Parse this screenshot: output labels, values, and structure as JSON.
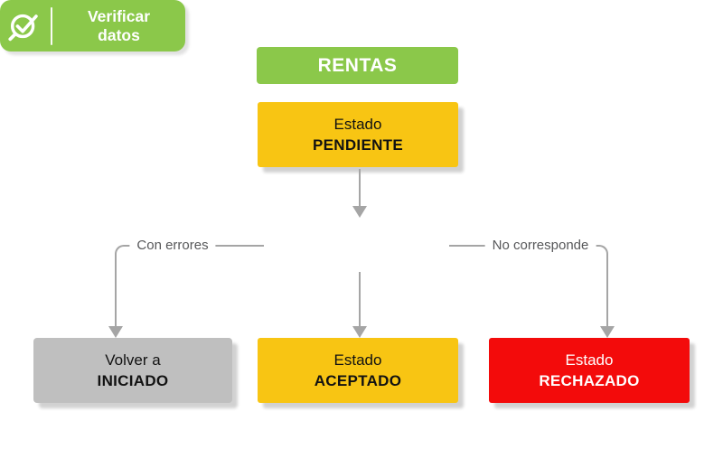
{
  "diagram": {
    "type": "flowchart",
    "nodes": {
      "rentas": {
        "label": "RENTAS"
      },
      "pendiente": {
        "line1": "Estado",
        "line2": "PENDIENTE"
      },
      "verificar": {
        "line1": "Verificar",
        "line2": "datos",
        "icon": "search-check-icon"
      },
      "iniciado": {
        "line1": "Volver a",
        "line2": "INICIADO"
      },
      "aceptado": {
        "line1": "Estado",
        "line2": "ACEPTADO"
      },
      "rechazado": {
        "line1": "Estado",
        "line2": "RECHAZADO"
      }
    },
    "edge_labels": {
      "left": "Con errores",
      "right": "No corresponde"
    },
    "colors": {
      "green": "#8BC84A",
      "yellow": "#F8C513",
      "red": "#F30B0B",
      "gray": "#BFBFBF",
      "line": "#A5A5A5",
      "label_text": "#57585A",
      "text_dark": "#121212",
      "text_light": "#FFFFFF"
    }
  }
}
